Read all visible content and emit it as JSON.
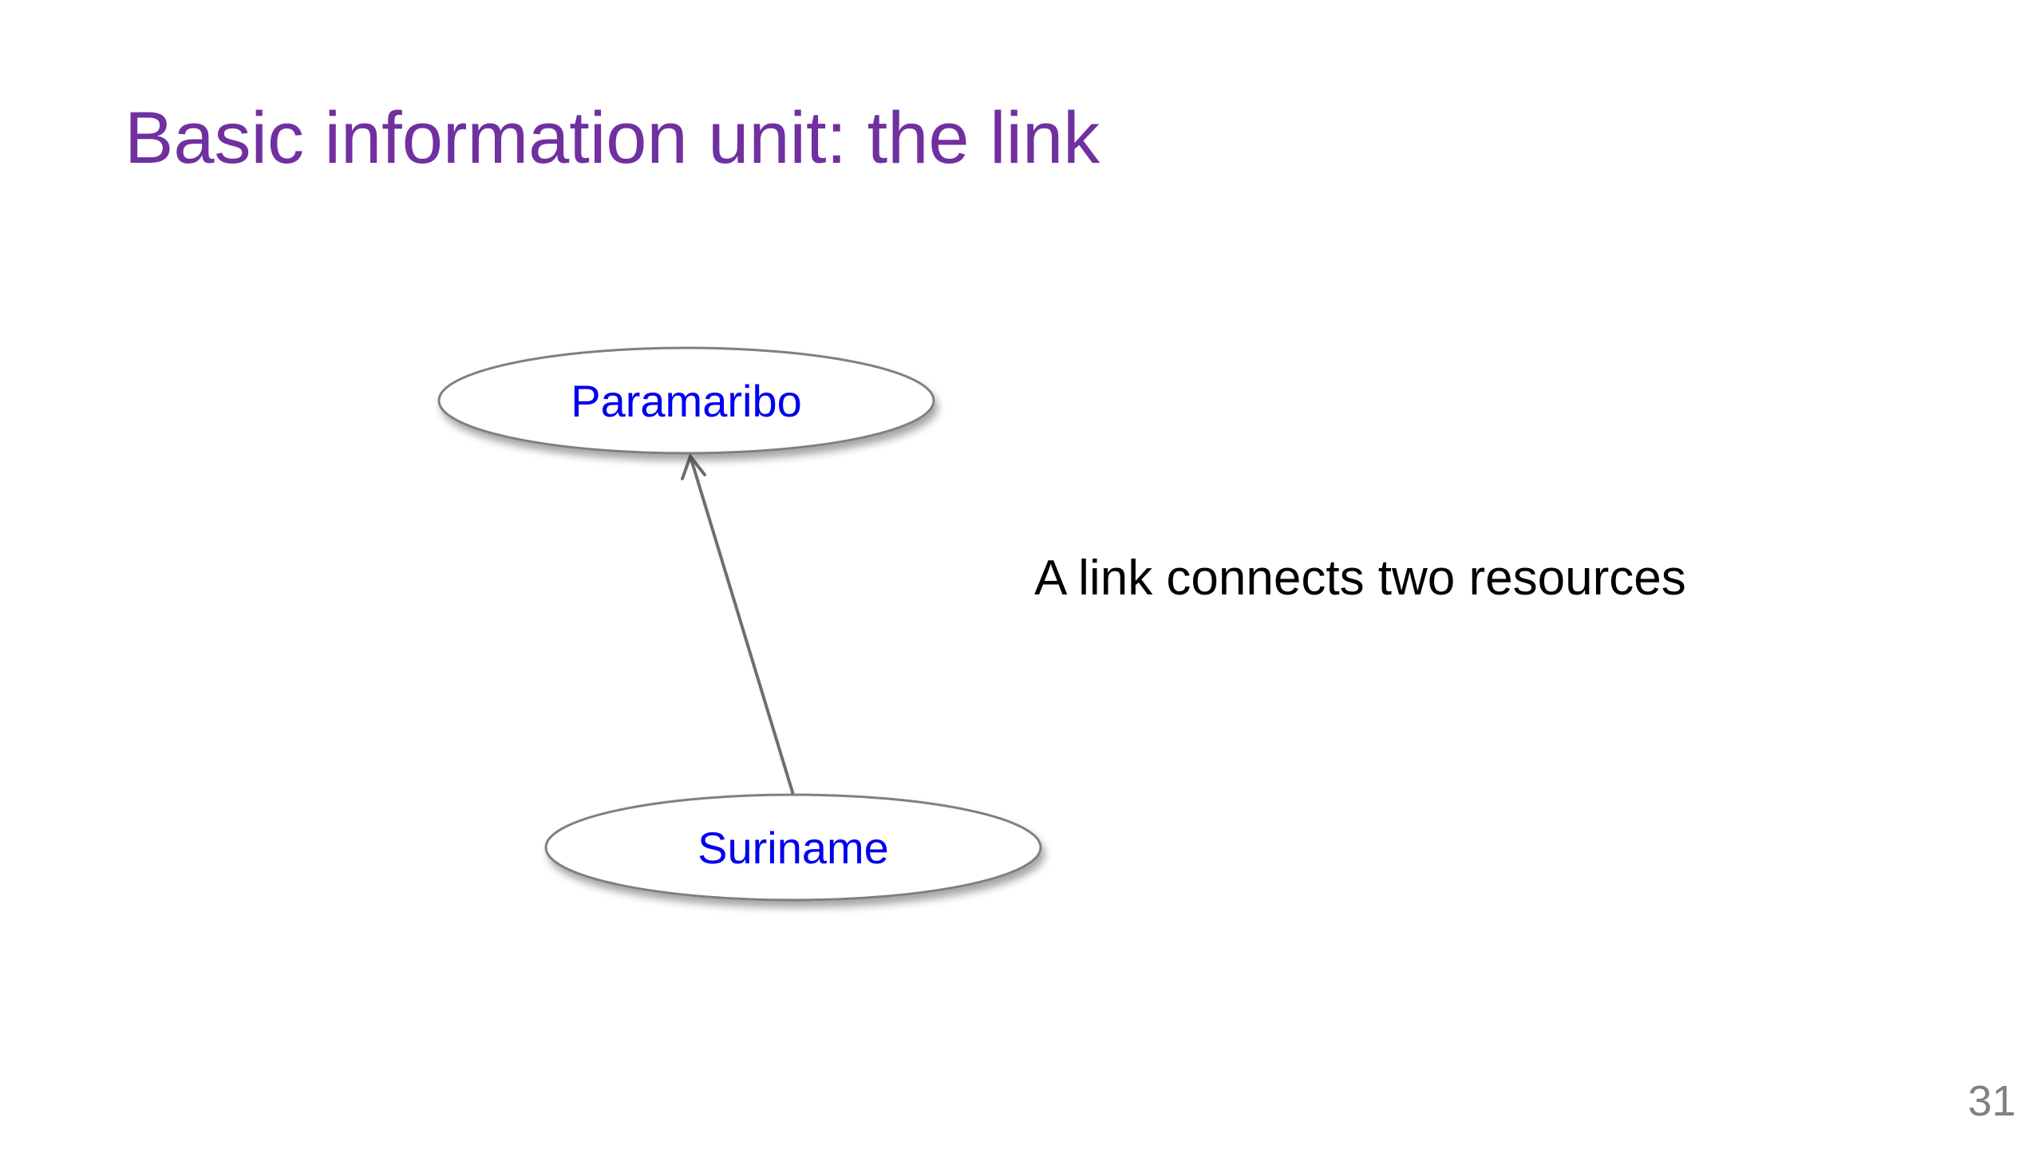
{
  "slide": {
    "title": "Basic information unit: the link",
    "caption": "A link connects two resources",
    "page_number": "31"
  },
  "diagram": {
    "nodes": [
      {
        "id": "paramaribo",
        "label": "Paramaribo"
      },
      {
        "id": "suriname",
        "label": "Suriname"
      }
    ],
    "edges": [
      {
        "from": "suriname",
        "to": "paramaribo"
      }
    ]
  },
  "colors": {
    "title": "#7030a0",
    "node_label": "#0000ee",
    "node_outline": "#7f7f7f",
    "edge": "#6f6f6f",
    "caption": "#000000",
    "page_number": "#808080"
  }
}
